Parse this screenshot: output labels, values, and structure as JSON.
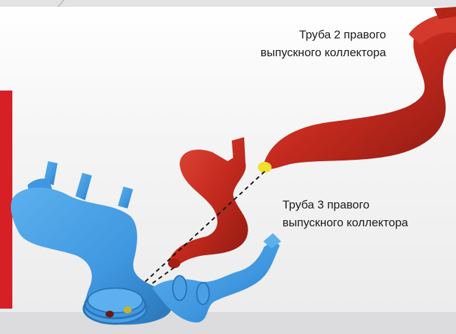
{
  "labels": {
    "pipe2": {
      "line1": "Труба 2 правого",
      "line2": "выпускного коллектора"
    },
    "pipe3": {
      "line1": "Труба 3 правого",
      "line2": "выпускного коллектора"
    }
  },
  "colors": {
    "red_pipe": "#c42a1e",
    "blue_manifold": "#3f97df",
    "accent_bar": "#d71f26",
    "marker": "#f2df2e"
  }
}
